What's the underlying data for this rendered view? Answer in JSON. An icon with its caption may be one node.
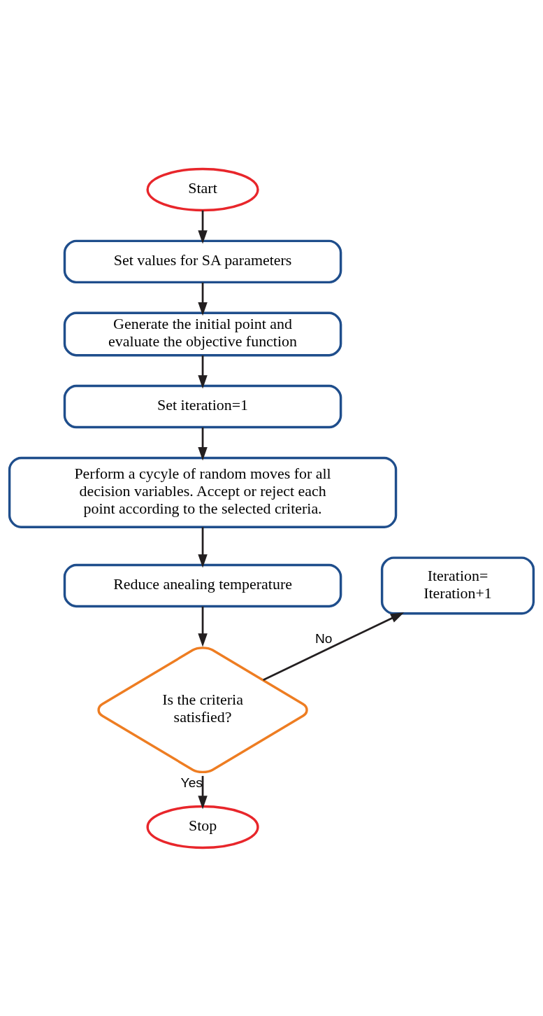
{
  "diagram": {
    "nodes": [
      {
        "text": [
          "Start"
        ]
      },
      {
        "text": [
          "Set values for SA parameters"
        ]
      },
      {
        "text": [
          "Generate the initial point and evaluate the objective function"
        ]
      },
      {
        "text": [
          "Set iteration=1"
        ]
      },
      {
        "text": [
          "Perform a cycyle of random moves for all decision variables. Accept or reject each point according to the selected criteria."
        ]
      },
      {
        "text": [
          "Iteration= Iteration+1"
        ]
      },
      {
        "text": [
          "Reduce anealing temperature"
        ]
      },
      {
        "text": [
          "Is the criteria satisfied?"
        ]
      },
      {
        "text": [
          "Stop"
        ]
      }
    ],
    "edges": [
      {
        "from": 0,
        "to": 1,
        "arrow": "to"
      },
      {
        "from": 1,
        "to": 2,
        "arrow": "to"
      },
      {
        "from": 2,
        "to": 3,
        "arrow": "to"
      },
      {
        "from": 3,
        "to": 4,
        "arrow": "to"
      },
      {
        "from": 4,
        "to": 6,
        "arrow": "to"
      },
      {
        "from": 6,
        "to": 7,
        "arrow": "to"
      },
      {
        "from": 7,
        "to": 5,
        "label": "No",
        "arrow": "to"
      },
      {
        "from": 7,
        "to": 8,
        "label": "Yes",
        "arrow": "to"
      }
    ]
  }
}
